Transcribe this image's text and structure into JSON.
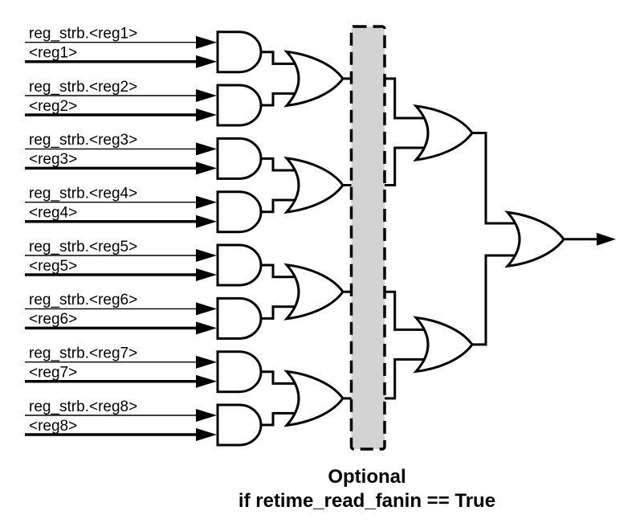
{
  "diagram": {
    "background": "#ffffff",
    "stroke_color": "#000000",
    "inputs": [
      {
        "strobe": "reg_strb.<reg1>",
        "value": "<reg1>"
      },
      {
        "strobe": "reg_strb.<reg2>",
        "value": "<reg2>"
      },
      {
        "strobe": "reg_strb.<reg3>",
        "value": "<reg3>"
      },
      {
        "strobe": "reg_strb.<reg4>",
        "value": "<reg4>"
      },
      {
        "strobe": "reg_strb.<reg5>",
        "value": "<reg5>"
      },
      {
        "strobe": "reg_strb.<reg6>",
        "value": "<reg6>"
      },
      {
        "strobe": "reg_strb.<reg7>",
        "value": "<reg7>"
      },
      {
        "strobe": "reg_strb.<reg8>",
        "value": "<reg8>"
      }
    ],
    "optional_region": {
      "fill": "#d3d3d3",
      "caption_line1": "Optional",
      "caption_line2": "if retime_read_fanin == True"
    }
  }
}
